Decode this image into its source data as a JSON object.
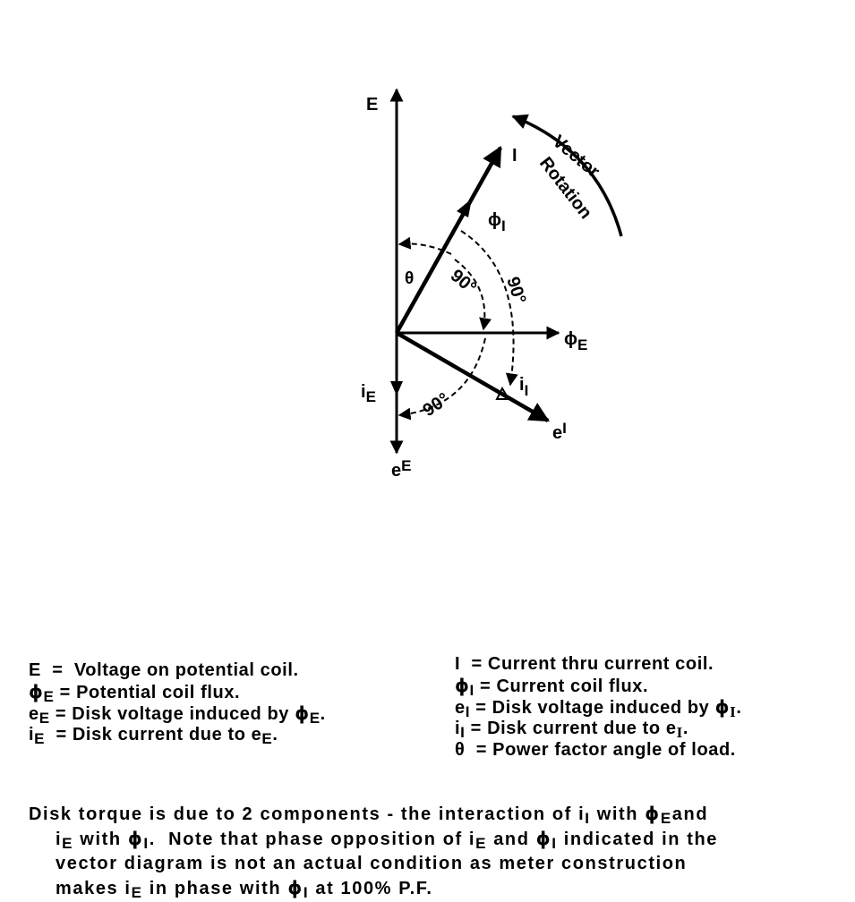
{
  "diagram": {
    "labels": {
      "E": "E",
      "I": "I",
      "phi_E": "ϕE",
      "phi_I": "ϕI",
      "i_E": "iE",
      "e_E": "eE",
      "i_I": "iI",
      "e_I": "eI",
      "theta": "θ",
      "angle_upper_left": "90°",
      "angle_upper_right": "90°",
      "angle_lower": "90°",
      "rotation_line1": "Vector",
      "rotation_line2": "Rotation"
    }
  },
  "legend_left": [
    "E  =  Voltage on potential coil.",
    "ϕE = Potential coil flux.",
    "eE = Disk voltage induced by ϕE.",
    "iE  = Disk current due to eE."
  ],
  "legend_right": [
    "I  = Current thru current coil.",
    "ϕI = Current coil flux.",
    "eI = Disk voltage induced by ϕI.",
    "iI = Disk current due to eI.",
    "θ  = Power factor angle of load."
  ],
  "note": [
    "Disk torque is due to 2 components - the interaction of iI with ϕE and",
    "iE with ϕI.  Note that phase opposition of iE and ϕI indicated in the",
    "vector diagram is not an actual condition as meter construction",
    "makes iE in phase with ϕI at 100% P.F."
  ]
}
